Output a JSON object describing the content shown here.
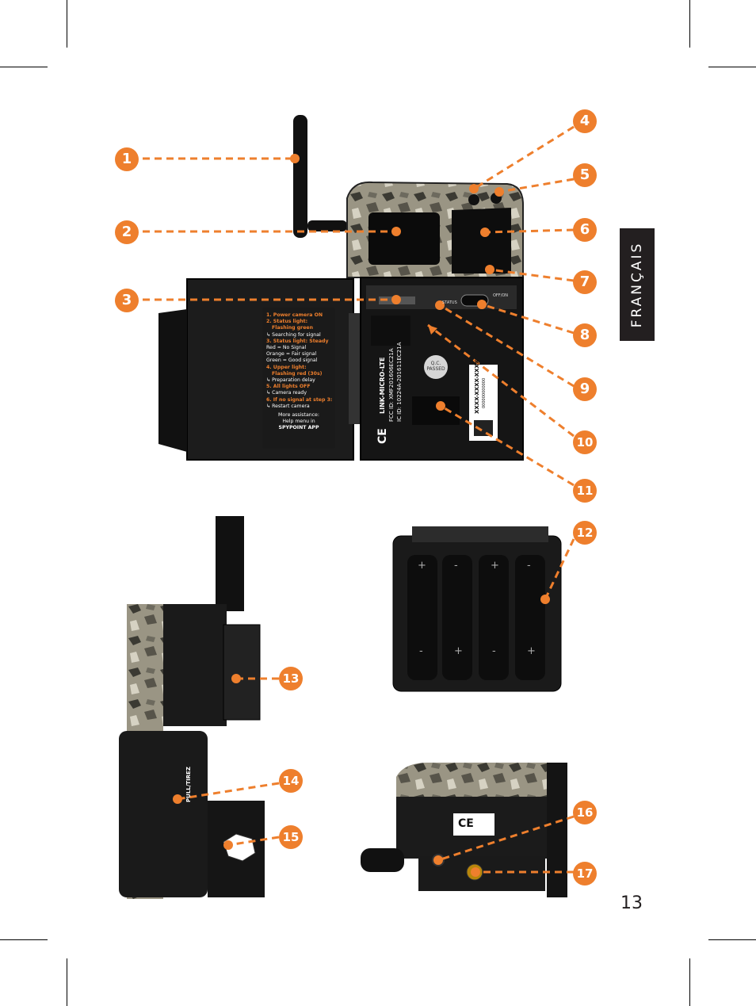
{
  "page": {
    "number": "13",
    "language_tab": "FRANÇAIS"
  },
  "callouts": [
    "1",
    "2",
    "3",
    "4",
    "5",
    "6",
    "7",
    "8",
    "9",
    "10",
    "11",
    "12",
    "13",
    "14",
    "15",
    "16",
    "17"
  ],
  "door_sticker": {
    "lines": [
      "1. Power camera ON",
      "2. Status light:",
      "Flashing green",
      "↳ Searching for signal",
      "3. Status light: Steady",
      "Red = No Signal",
      "Orange = Fair signal",
      "Green = Good signal",
      "4. Upper light:",
      "Flashing red (30s)",
      "↳ Preparation delay",
      "5. All lights OFF",
      "↳ Camera ready",
      "6. If no signal at step 3:",
      "↳ Restart camera",
      "More assistance:",
      "Help menu in",
      "SPYPOINT APP"
    ]
  },
  "camera_body": {
    "model": "LINK-MICRO-LTE",
    "fcc": "FCC ID: XMF201606EC21A",
    "ic": "IC ID: 10224A-201611EC21A",
    "ce": "CE",
    "qc": [
      "Q.C.",
      "PASSED"
    ],
    "serial": "XXXX-XXXX-XXXX",
    "barcode_num": "000000000000",
    "status_label": "STATUS",
    "off_on_label": "OFF/ON"
  },
  "side_label": "PULL/TIREZ",
  "bottom_label": "CE",
  "battery": {
    "plus": "+",
    "minus": "-"
  },
  "colors": {
    "accent": "#ee7f2d",
    "tab": "#231f20"
  }
}
